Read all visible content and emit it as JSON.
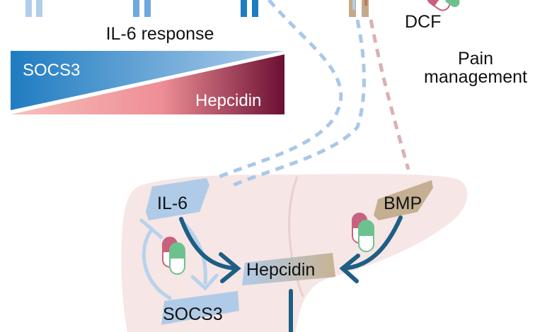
{
  "top": {
    "il6_response_label": "IL-6 response",
    "gradient": {
      "socs3_label": "SOCS3",
      "hepcidin_label": "Hepcidin",
      "socs3_colors": [
        "#1f7cc1",
        "#a9c8e8"
      ],
      "hepcidin_colors": [
        "#f6b3b1",
        "#ef8c94",
        "#6b0f33"
      ]
    },
    "receptor_colors": [
      "#a9c8e8",
      "#6fa9dc",
      "#1f7cc1",
      "#c4a98a"
    ]
  },
  "drug": {
    "name": "DCF",
    "purpose_line1": "Pain",
    "purpose_line2": "management"
  },
  "liver": {
    "il6_label": "IL-6",
    "bmp_label": "BMP",
    "hepcidin_label": "Hepcidin",
    "socs3_label": "SOCS3",
    "colors": {
      "liver_fill": "#f6e6e5",
      "arrow_dark": "#1d5e85",
      "arrow_light": "#b7d2ec",
      "il6_smear": "#a9c8e8",
      "bmp_smear": "#bfa98a",
      "pill_red": "#c9607e",
      "pill_green": "#6cc28f",
      "dash_blue": "#a9c8e8",
      "dash_pink": "#dcb1b3"
    }
  }
}
